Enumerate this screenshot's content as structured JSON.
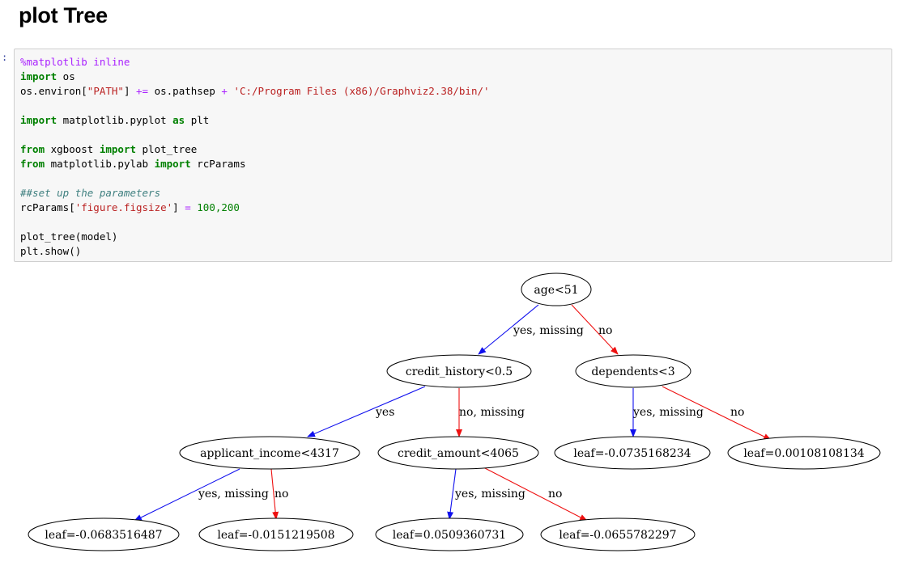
{
  "heading": "plot Tree",
  "prompt": ":",
  "code": {
    "magic": "%matplotlib inline",
    "kw_import": "import",
    "kw_from": "from",
    "kw_as": "as",
    "os_mod": " os",
    "env_pre": "os.environ[",
    "env_key": "\"PATH\"",
    "env_mid": "] ",
    "op_pluseq": "+=",
    "env_pathsep": " os.pathsep ",
    "op_plus": "+",
    "env_path": "'C:/Program Files (x86)/Graphviz2.38/bin/'",
    "pyplot_mod": " matplotlib.pyplot ",
    "plt_alias": " plt",
    "xgb_mod": " xgboost ",
    "plot_tree_name": " plot_tree",
    "pylab_mod": " matplotlib.pylab ",
    "rcparams_name": " rcParams",
    "comment": "##set up the parameters",
    "rc_pre": "rcParams[",
    "rc_key": "'figure.figsize'",
    "rc_mid": "] ",
    "op_eq": "=",
    "rc_val": " 100,200",
    "call1": "plot_tree(model)",
    "call2": "plt.show()"
  },
  "colors": {
    "yes_edge": "#1010ee",
    "no_edge": "#ee1010",
    "node_stroke": "#000000"
  },
  "tree": {
    "nodes": {
      "root": "age<51",
      "credit_history": "credit_history<0.5",
      "dependents": "dependents<3",
      "applicant_income": "applicant_income<4317",
      "credit_amount": "credit_amount<4065",
      "leaf_dep_yes": "leaf=-0.0735168234",
      "leaf_dep_no": "leaf=0.00108108134",
      "leaf_ai_yes": "leaf=-0.0683516487",
      "leaf_ai_no": "leaf=-0.0151219508",
      "leaf_ca_yes": "leaf=0.0509360731",
      "leaf_ca_no": "leaf=-0.0655782297"
    },
    "edge_labels": {
      "root_yes": "yes, missing",
      "root_no": "no",
      "ch_yes": "yes",
      "ch_no": "no, missing",
      "dep_yes": "yes, missing",
      "dep_no": "no",
      "ai_yes": "yes, missing",
      "ai_no": "no",
      "ca_yes": "yes, missing",
      "ca_no": "no"
    }
  }
}
